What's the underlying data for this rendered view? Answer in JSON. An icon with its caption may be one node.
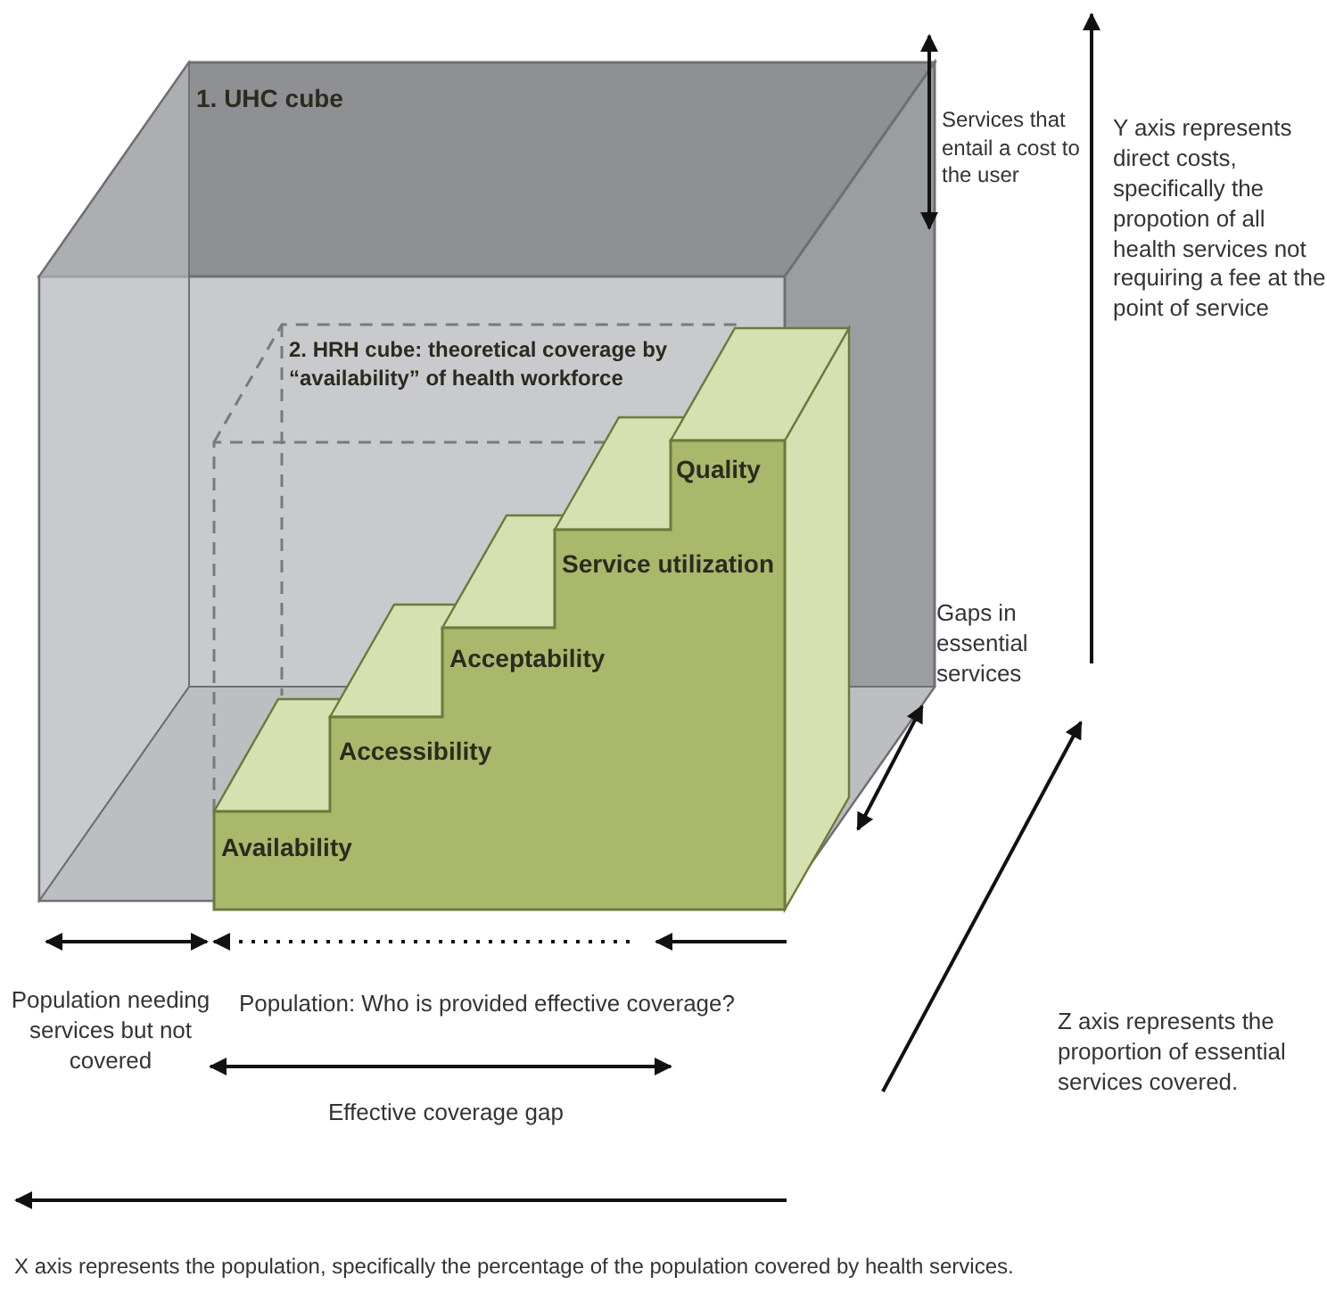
{
  "diagram": {
    "labels": [
      "1. UHC cube",
      "Services that entail a cost to the user",
      "Y axis represents direct costs, specifically the propotion of all health services not requiring a fee at the point of service",
      "2. HRH cube: theoretical coverage by “availability” of health workforce",
      "Quality",
      "Service utilization",
      "Gaps in essential services",
      "Acceptability",
      "Accessibility",
      "Availability",
      "Population needing services but not covered",
      "Population: Who is provided effective coverage?",
      "Z axis represents the proportion of essential services covered.",
      "Effective coverage gap",
      "X axis represents the population, specifically the percentage of the population covered by health services."
    ]
  }
}
